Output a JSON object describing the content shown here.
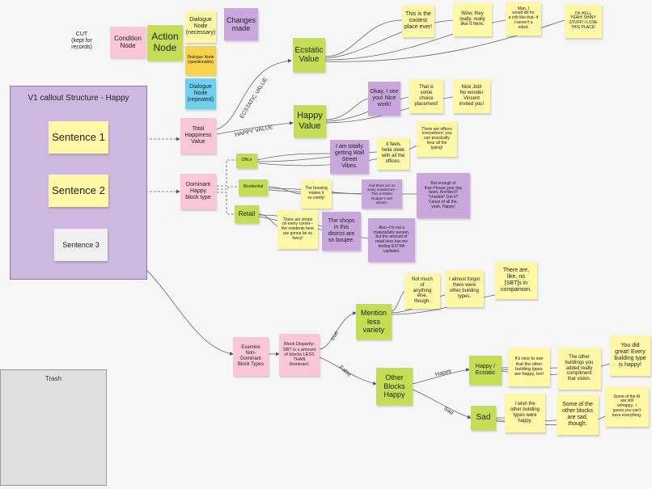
{
  "legend": {
    "cut": "CUT\n(kept for\nrecords)",
    "condition": "Condition\nNode",
    "action": "Action\nNode",
    "dialogue_necessary": "Dialogue\nNode\n(necessary)",
    "dialogue_questionable": "Dialogue Node\n(questionable)",
    "dialogue_repeated": "Dialogue\nNode\n(repeated)",
    "changes": "Changes\nmade"
  },
  "structure": {
    "title": "V1 callout Structure - Happy",
    "sentence1": "Sentence 1",
    "sentence2": "Sentence 2",
    "sentence3": "Sentence 3"
  },
  "trash": {
    "title": "Trash"
  },
  "nodes": {
    "total_happiness": "Total\nHappiness\nValue",
    "ecstatic_value": "Ecstatic\nValue",
    "happy_value": "Happy\nValue",
    "coolest_place": "This is the\ncoolest\nplace ever!",
    "wow_really": "Wow, they\nreally, really\nlike it here.",
    "man_kill": "Man, I\nwould kill for\na crib like that--if\nI weren't a\nrobot.",
    "oh_hell": "Oh HELL\nYEAH! SHINY\nSTUFF! I LOVE\nTHIS PLACE!",
    "okay_nice_work": "Okay, I see\nyou! Nice\nwork!",
    "some_choice": "That is\nsome\nchoice\nplacement!",
    "nice_job": "Nice Job!\nNo wonder\nVincent\ninvited you!",
    "dominant_block": "Dominant\nHappy\nblock type",
    "office": "Office",
    "residential": "Residential",
    "retail": "Retail",
    "wall_street": "I am totally\ngetting Wall\nStreet\nVibes.",
    "hella_sleek": "It feels\nhella sleek\nwith all the\noffices.",
    "offices_everywhere": "There are offices\neverywhere; you\ncan practically\nhear all the\ntyping!",
    "so_comfy": "The housing\nmakes it\nso comfy!",
    "so_many_res": "And there are so\nmany residences--\nThis is Mister\nRodger's wet\ndream.",
    "enough_of_that": "But enough of\nthat--House your day\nbeen, Architect?\n*chuckle* Get it?\nCause of all the,\nyeah. Happy!",
    "shops_corner": "There are shops\non every corner--\nthe residents here\nare gonna be so\nfancy!",
    "shops_boujee": "The shops\nin this\ndistrict are\nso boujee.",
    "not_materialistic": "Also--I'm not a\nmaterialistic person,\nbut the amount of\nretail here has me\nfeeling EXTRA\ncapitalist.",
    "examine_nondominant": "Examine\nNon-\nDominant\nBlock Types",
    "block_disparity": "Block Disparity:\nSBT is x amount\nof blocks LESS\nTHAN\nDominant.",
    "mention_less": "Mention\nless\nvariety",
    "not_much": "Not much\nof\nanything\nelse,\nthough.",
    "almost_forgot": "I almost forgot\nthere were\nother building\ntypes.",
    "there_are_like": "There are,\nlike, no\n[SBT]s in\ncomparison.",
    "other_blocks_happy": "Other\nBlocks\nHappy",
    "happy_ecstatic": "Happy /\nEcstatic",
    "sad": "Sad",
    "nice_to_see": "It's nice to see\nthat the other\nbuilding types\nare happy, too!",
    "other_buildings_compliment": "The other\nbuildings you\nadded really\ncompliment\nthat vision.",
    "you_did_great": "You did\ngreat! Every\nbuilding type\nis happy!",
    "wish_other": "I wish the\nother building\ntypes were\nhappy.",
    "some_sad": "Some of the\nother blocks\nare sad,\nthough.",
    "some_ai_unhappy": "Some of the AI\nare still\nunhappy.. I\nguess you can't\nhave everything."
  },
  "edge_labels": {
    "ecstatic": "ECSTATIC VALUE",
    "happy": "HAPPY VALUE",
    "true": "true",
    "false": "False",
    "happy_branch": "Happy",
    "sad_branch": "Sad"
  },
  "colors": {
    "yellow": "#fdf7a6",
    "green": "#c5dd52",
    "pink": "#fbc6d8",
    "purple": "#c9a6dc",
    "orange": "#f9d34a",
    "blue": "#6fd0f0",
    "frame": "#cdb9e0"
  }
}
